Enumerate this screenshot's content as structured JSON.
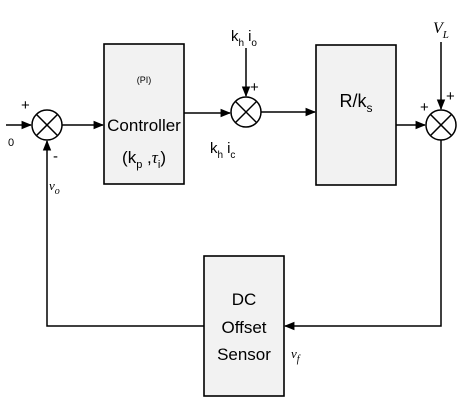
{
  "blocks": {
    "controller": {
      "tag": "(PI)",
      "line1": "Controller",
      "kp": "k",
      "kp_sub": "p",
      "tau": "τ",
      "tau_sub": "i"
    },
    "plant": {
      "r": "R/k",
      "sub": "s"
    },
    "sensor": {
      "line1": "DC",
      "line2": "Offset",
      "line3": "Sensor"
    }
  },
  "signals": {
    "input": "0",
    "vo": "v",
    "vo_sub": "o",
    "vf": "v",
    "vf_sub": "f",
    "VL": "V",
    "VL_sub": "L",
    "khio": {
      "k": "k",
      "k_sub": "h",
      "i": "i",
      "i_sub": "o"
    },
    "khic": {
      "k": "k",
      "k_sub": "h",
      "i": "i",
      "i_sub": "c"
    }
  },
  "signs": {
    "sj1_top": "+",
    "sj1_bottom": "-",
    "sj2_top": "+",
    "sj3_top": "+",
    "sj3_left": "+"
  }
}
